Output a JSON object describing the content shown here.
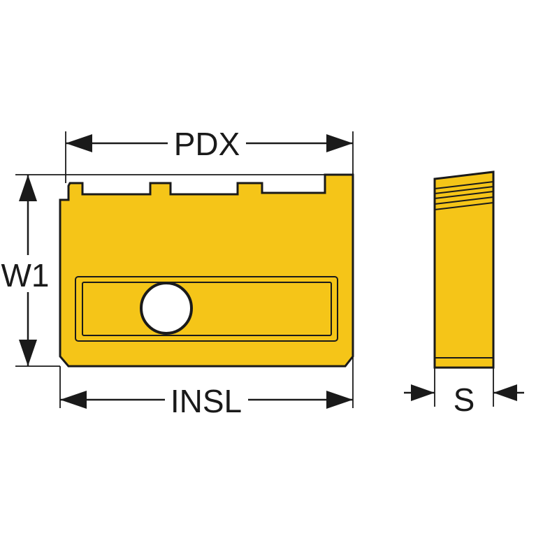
{
  "colors": {
    "insert_fill": "#f5c518",
    "insert_shade": "#e6b10e",
    "outline": "#1a1a1a",
    "background": "#ffffff"
  },
  "labels": {
    "pdx": "PDX",
    "w1": "W1",
    "insl": "INSL",
    "s": "S"
  }
}
